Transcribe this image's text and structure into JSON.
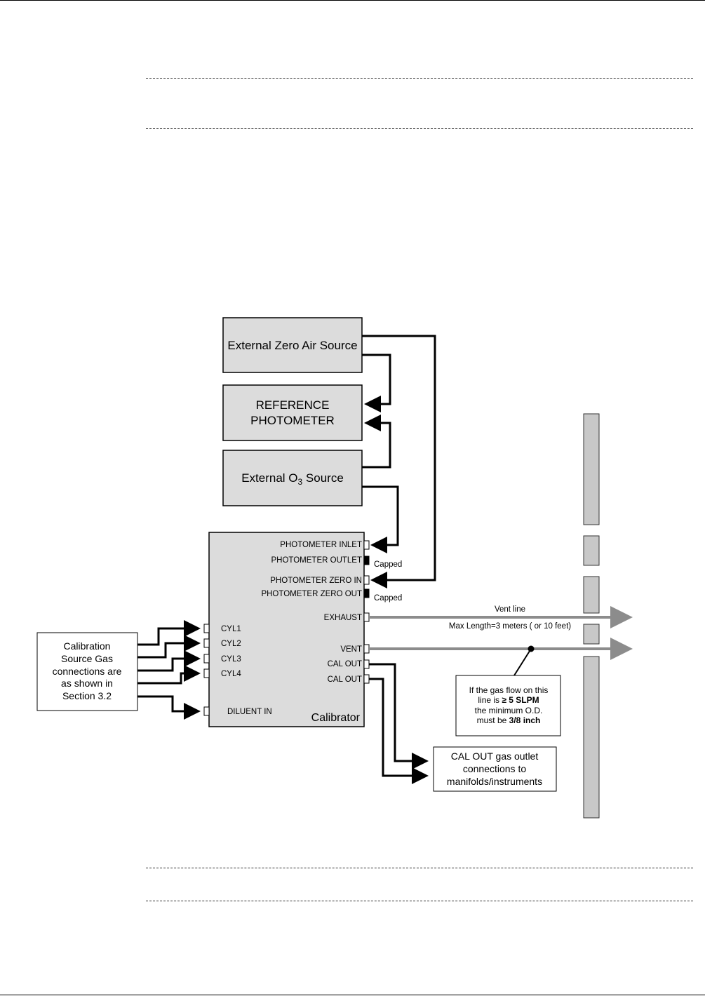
{
  "diagram": {
    "nodes": {
      "zero_air": "External Zero Air Source",
      "ref_photometer_line1": "REFERENCE",
      "ref_photometer_line2": "PHOTOMETER",
      "o3_source_prefix": "External O",
      "o3_source_sub": "3",
      "o3_source_suffix": " Source",
      "calibrator": "Calibrator",
      "cal_source_lines": [
        "Calibration",
        "Source Gas",
        "connections are",
        "as shown in",
        "Section 3.2"
      ],
      "cal_out_box_lines": [
        "CAL OUT gas outlet",
        "connections to",
        "manifolds/instruments"
      ],
      "note_box_lines": {
        "l1": "If the gas flow on this",
        "l2_prefix": "line is ",
        "l2_bold": "≥ 5 SLPM",
        "l3": "the minimum O.D.",
        "l4_prefix": "must be ",
        "l4_bold": "3/8 inch"
      }
    },
    "ports_right": {
      "photometer_inlet": "PHOTOMETER INLET",
      "photometer_outlet": "PHOTOMETER OUTLET",
      "photometer_zero_in": "PHOTOMETER ZERO IN",
      "photometer_zero_out": "PHOTOMETER ZERO OUT",
      "exhaust": "EXHAUST",
      "vent": "VENT",
      "cal_out_1": "CAL OUT",
      "cal_out_2": "CAL OUT"
    },
    "ports_left": {
      "cyl1": "CYL1",
      "cyl2": "CYL2",
      "cyl3": "CYL3",
      "cyl4": "CYL4",
      "diluent_in": "DILUENT IN"
    },
    "labels": {
      "capped_1": "Capped",
      "capped_2": "Capped",
      "vent_line": "Vent line",
      "max_length": "Max Length=3 meters ( or 10 feet)"
    },
    "colors": {
      "box_fill": "#dcdcdc",
      "wall_fill": "#c8c8c8",
      "vent_line": "#8c8c8c",
      "line": "#000000"
    }
  }
}
